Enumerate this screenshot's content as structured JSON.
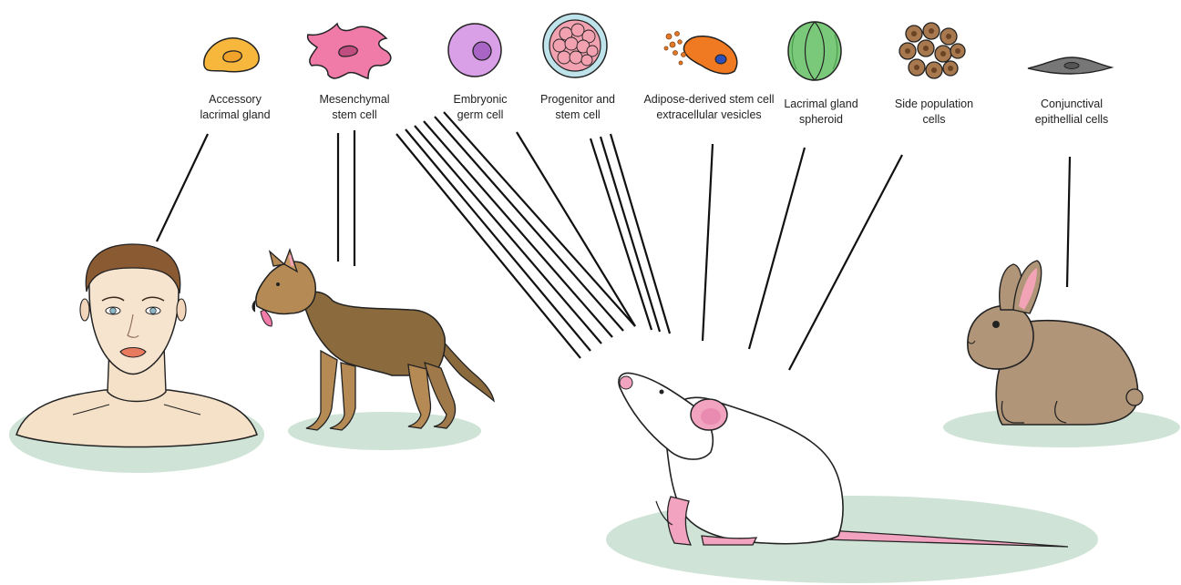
{
  "cell_types": [
    {
      "id": "accessory",
      "lines": [
        "Accessory",
        "lacrimal gland"
      ],
      "icon": "accessory-lacrimal-gland-cell-icon",
      "color": "#f6b73c"
    },
    {
      "id": "msc",
      "lines": [
        "Mesenchymal",
        "stem cell"
      ],
      "icon": "mesenchymal-stem-cell-icon",
      "color": "#f07aa8"
    },
    {
      "id": "egc",
      "lines": [
        "Embryonic",
        "germ cell"
      ],
      "icon": "embryonic-germ-cell-icon",
      "color": "#d9a0e8"
    },
    {
      "id": "progenitor",
      "lines": [
        "Progenitor and",
        "stem cell"
      ],
      "icon": "progenitor-stem-cell-cluster-icon",
      "color": "#f2a1b0"
    },
    {
      "id": "adipose",
      "lines": [
        "Adipose-derived stem cell",
        "extracellular vesicles"
      ],
      "icon": "adipose-stem-cell-vesicles-icon",
      "color": "#f07a22"
    },
    {
      "id": "spheroid",
      "lines": [
        "Lacrimal gland",
        "spheroid"
      ],
      "icon": "lacrimal-gland-spheroid-icon",
      "color": "#7ac97a"
    },
    {
      "id": "side",
      "lines": [
        "Side population",
        "cells"
      ],
      "icon": "side-population-cells-icon",
      "color": "#a8784e"
    },
    {
      "id": "conj",
      "lines": [
        "Conjunctival",
        "epithellial cells"
      ],
      "icon": "conjunctival-epithelial-cell-icon",
      "color": "#777777"
    }
  ],
  "subjects": [
    {
      "id": "human",
      "icon": "human-face-icon"
    },
    {
      "id": "dog",
      "icon": "dog-icon"
    },
    {
      "id": "mouse",
      "icon": "mouse-icon"
    },
    {
      "id": "rabbit",
      "icon": "rabbit-icon"
    }
  ],
  "colors": {
    "ground": "#cfe3d7",
    "line": "#111111"
  }
}
